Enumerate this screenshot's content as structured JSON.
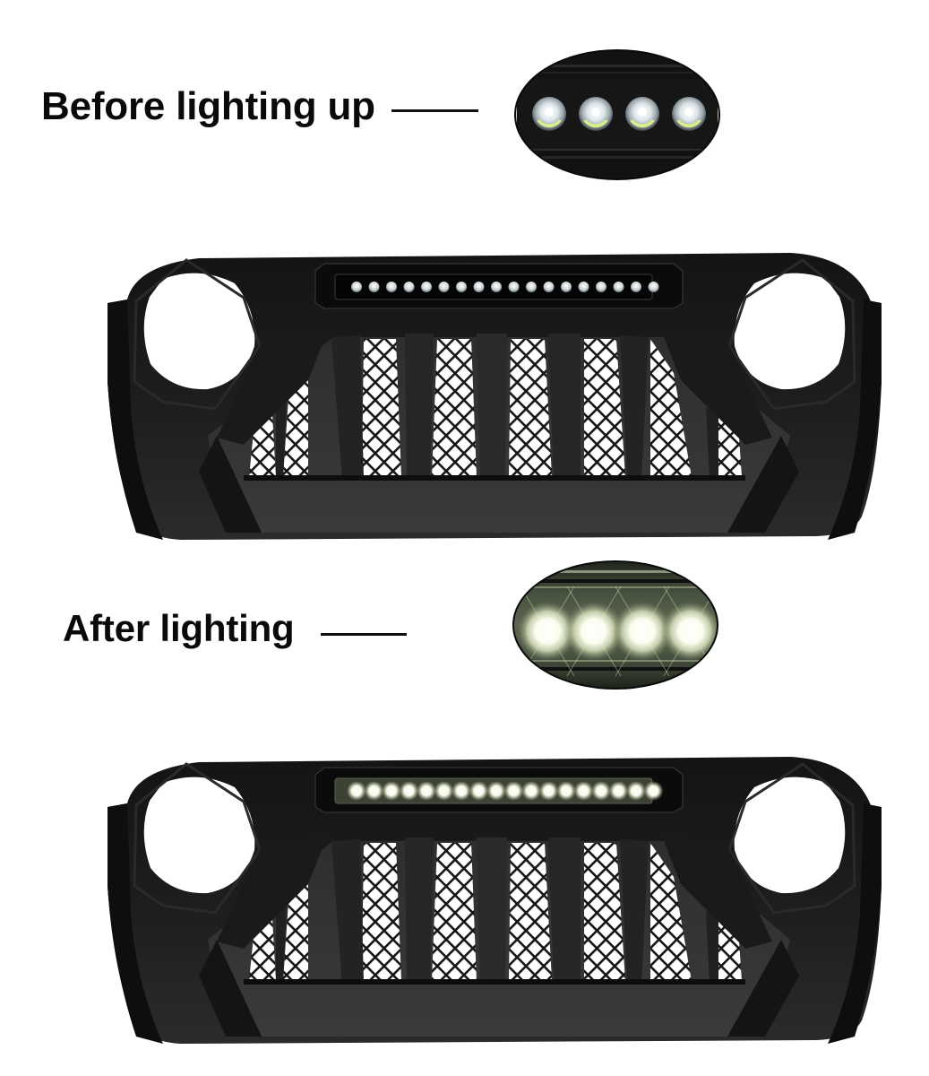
{
  "comparison": {
    "before": {
      "label": "Before lighting up",
      "state": "off",
      "inset_led_count": 4,
      "bar_led_count": 18
    },
    "after": {
      "label": "After lighting",
      "state": "on",
      "inset_led_count": 4,
      "bar_led_count": 18
    }
  },
  "colors": {
    "background": "#ffffff",
    "text": "#0a0a0a",
    "grille_body": "#1b1b1b",
    "grille_shadow": "#0c0c0c",
    "led_off": "#e8eef0",
    "led_off_tint": "#d6e89a",
    "led_on_glow": "#f4f8e6"
  },
  "icons": {
    "grille_product": "jeep-grille-icon",
    "led_bar": "led-light-bar-icon",
    "mesh": "honeycomb-mesh-icon"
  }
}
